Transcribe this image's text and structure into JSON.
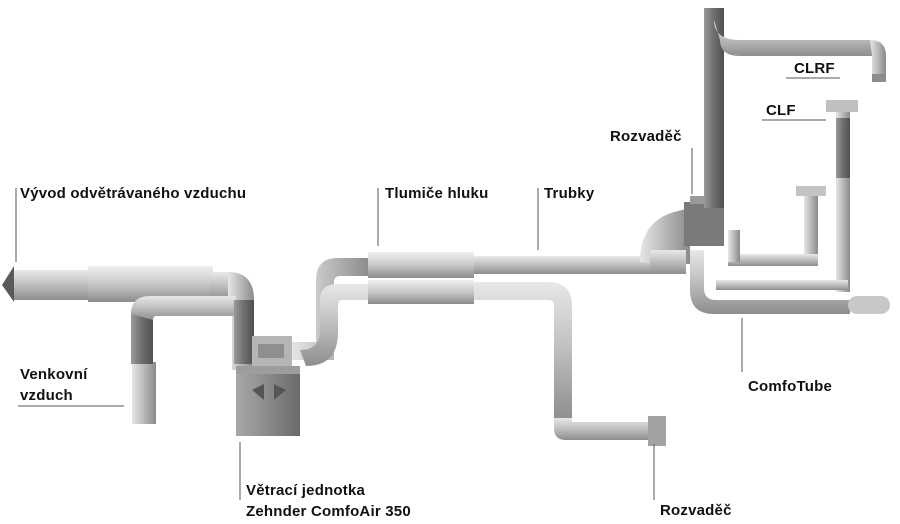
{
  "labels": {
    "exhaust": "Vývod odvětrávaného vzduchu",
    "outdoor_line1": "Venkovní",
    "outdoor_line2": "vzduch",
    "silencers": "Tlumiče hluku",
    "pipes": "Trubky",
    "manifold_top": "Rozvaděč",
    "clrf": "CLRF",
    "clf": "CLF",
    "comfotube": "ComfoTube",
    "unit_line1": "Větrací jednotka",
    "unit_line2": "Zehnder ComfoAir 350",
    "manifold_bottom": "Rozvaděč"
  },
  "colors": {
    "background": "#ffffff",
    "pipe_light": "#c4c4c4",
    "pipe_mid": "#a9a9a9",
    "pipe_dark": "#767676",
    "unit_body": "#8c8c8c",
    "leader_line": "#555555",
    "text": "#111111"
  }
}
